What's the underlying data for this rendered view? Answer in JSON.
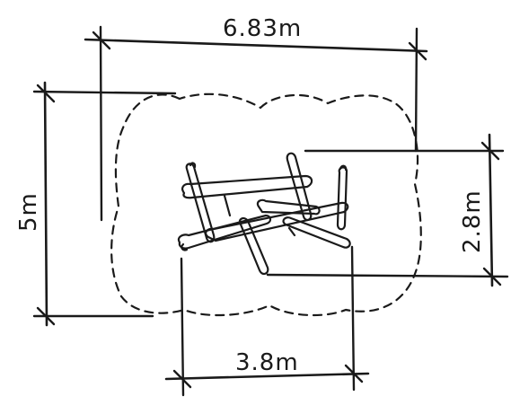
{
  "dimensions": {
    "overall_width": "6.83m",
    "overall_depth": "5m",
    "equipment_depth": "2.8m",
    "equipment_width": "3.8m"
  },
  "colors": {
    "ink": "#1a1a1a",
    "background": "#ffffff"
  }
}
